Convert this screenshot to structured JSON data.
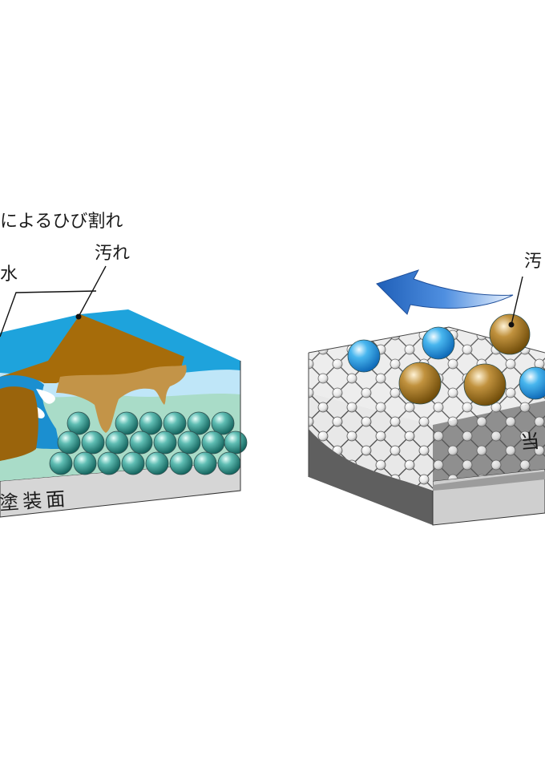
{
  "labels": {
    "crack": "によるひび割れ",
    "water": "水",
    "dirt_left": "汚れ",
    "surface": "塗装面",
    "dirt_right": "汚",
    "ours": "当"
  },
  "colors": {
    "water_blue": "#1ea3dc",
    "light_blue": "#b9e4f7",
    "dirt_brown": "#9a6a12",
    "dirt_tan": "#c29447",
    "mint": "#a9dcc8",
    "sphere_teal": "#2b8f86",
    "base_gray": "#cfcfcf",
    "dark_gray": "#5f5f5f",
    "arrow_blue": "#2f6fc4"
  }
}
